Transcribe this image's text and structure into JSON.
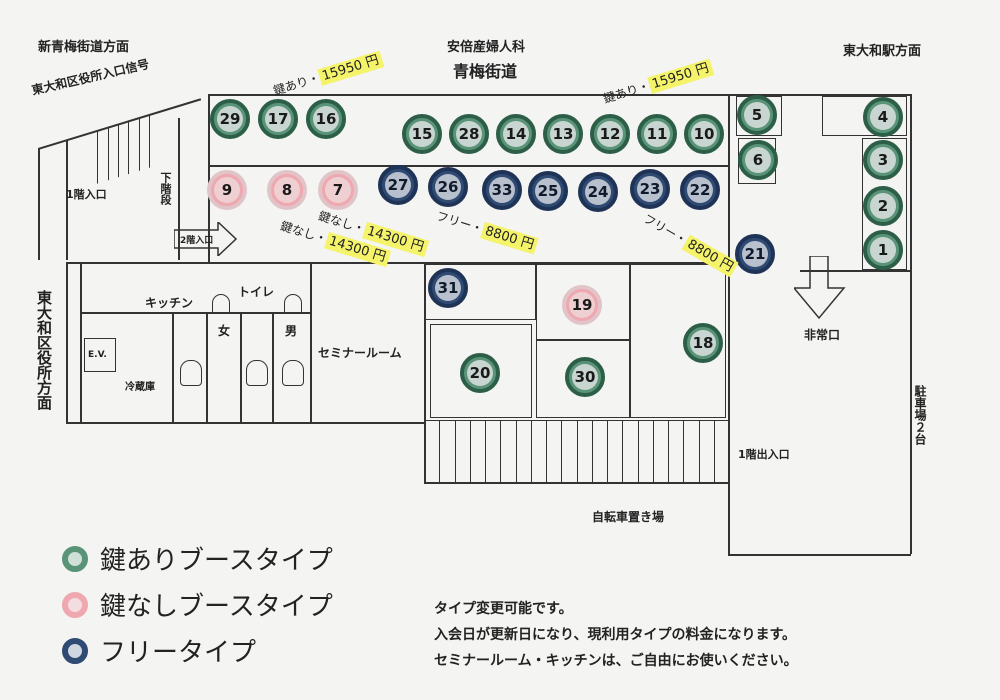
{
  "directions": {
    "top_left": "新青梅街道方面",
    "clinic": "安倍産婦人科",
    "road": "青梅街道",
    "top_right": "東大和駅方面",
    "signal": "東大和区役所入口信号",
    "left_side": "東大和区役所方面",
    "right_side": "駐車場２台"
  },
  "labels": {
    "entrance_1f": "1階入口",
    "stairs_down": "下階段",
    "entrance_2f": "2階入口",
    "kitchen": "キッチン",
    "toilet": "トイレ",
    "female": "女",
    "male": "男",
    "ev": "E.V.",
    "fridge": "冷蔵庫",
    "seminar": "セミナールーム",
    "emergency": "非常口",
    "exit_1f": "1階出入口",
    "bicycle": "自転車置き場"
  },
  "prices": {
    "key_a": {
      "type": "鍵あり・",
      "yen": "15950 円"
    },
    "key_b": {
      "type": "鍵あり・",
      "yen": "15950 円"
    },
    "nokey_a": {
      "type": "鍵なし・",
      "yen": "14300 円"
    },
    "nokey_b": {
      "type": "鍵なし・",
      "yen": "14300 円"
    },
    "free_a": {
      "type": "フリー・",
      "yen": "8800 円"
    },
    "free_b": {
      "type": "フリー・",
      "yen": "8800 円"
    }
  },
  "booths": [
    {
      "n": "29",
      "t": "key"
    },
    {
      "n": "17",
      "t": "key"
    },
    {
      "n": "16",
      "t": "key"
    },
    {
      "n": "15",
      "t": "key"
    },
    {
      "n": "28",
      "t": "key"
    },
    {
      "n": "14",
      "t": "key"
    },
    {
      "n": "13",
      "t": "key"
    },
    {
      "n": "12",
      "t": "key"
    },
    {
      "n": "11",
      "t": "key"
    },
    {
      "n": "10",
      "t": "key"
    },
    {
      "n": "5",
      "t": "key"
    },
    {
      "n": "6",
      "t": "key"
    },
    {
      "n": "4",
      "t": "key"
    },
    {
      "n": "3",
      "t": "key"
    },
    {
      "n": "2",
      "t": "key"
    },
    {
      "n": "1",
      "t": "key"
    },
    {
      "n": "9",
      "t": "nokey"
    },
    {
      "n": "8",
      "t": "nokey"
    },
    {
      "n": "7",
      "t": "nokey"
    },
    {
      "n": "27",
      "t": "free"
    },
    {
      "n": "26",
      "t": "free"
    },
    {
      "n": "33",
      "t": "free"
    },
    {
      "n": "25",
      "t": "free"
    },
    {
      "n": "24",
      "t": "free"
    },
    {
      "n": "23",
      "t": "free"
    },
    {
      "n": "22",
      "t": "free"
    },
    {
      "n": "21",
      "t": "free"
    },
    {
      "n": "31",
      "t": "free"
    },
    {
      "n": "19",
      "t": "nokey"
    },
    {
      "n": "18",
      "t": "key"
    },
    {
      "n": "20",
      "t": "key"
    },
    {
      "n": "30",
      "t": "key"
    }
  ],
  "legend": [
    {
      "label": "鍵ありブースタイプ",
      "color": "#5a9478",
      "ring": "#2c5e48"
    },
    {
      "label": "鍵なしブースタイプ",
      "color": "#efa7b0",
      "ring": "#e0c4c8"
    },
    {
      "label": "フリータイプ",
      "color": "#2f4a73",
      "ring": "#1e3356"
    }
  ],
  "notes": [
    "タイプ変更可能です。",
    "入会日が更新日になり、現利用タイプの料金になります。",
    "セミナールーム・キッチンは、ご自由にお使いください。"
  ]
}
